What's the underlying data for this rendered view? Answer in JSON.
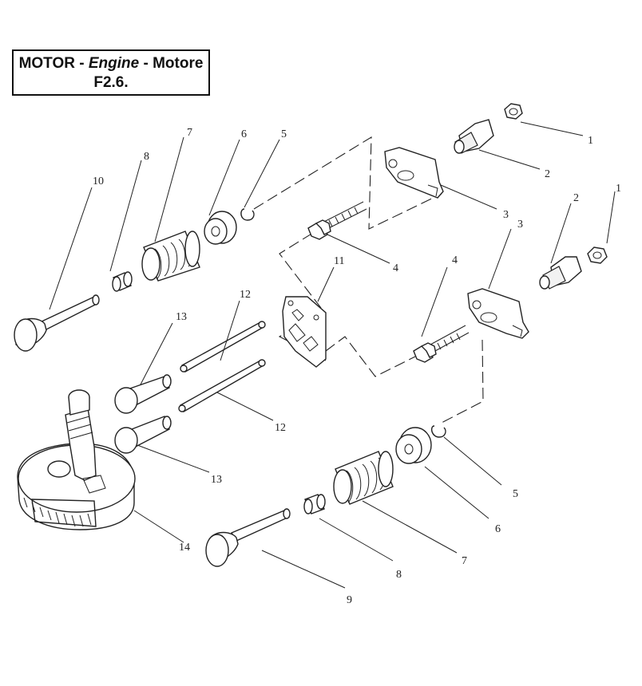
{
  "title": {
    "word1": "MOTOR",
    "sep1": " - ",
    "word2": "Engine",
    "sep2": " - ",
    "word3": "Motore",
    "code": "F2.6."
  },
  "callouts": {
    "c1a": "1",
    "c1b": "1",
    "c2a": "2",
    "c2b": "2",
    "c3a": "3",
    "c3b": "3",
    "c4a": "4",
    "c4b": "4",
    "c5a": "5",
    "c5b": "5",
    "c6a": "6",
    "c6b": "6",
    "c7a": "7",
    "c7b": "7",
    "c8a": "8",
    "c8b": "8",
    "c9": "9",
    "c10": "10",
    "c11": "11",
    "c12a": "12",
    "c12b": "12",
    "c13a": "13",
    "c13b": "13",
    "c14": "14"
  }
}
